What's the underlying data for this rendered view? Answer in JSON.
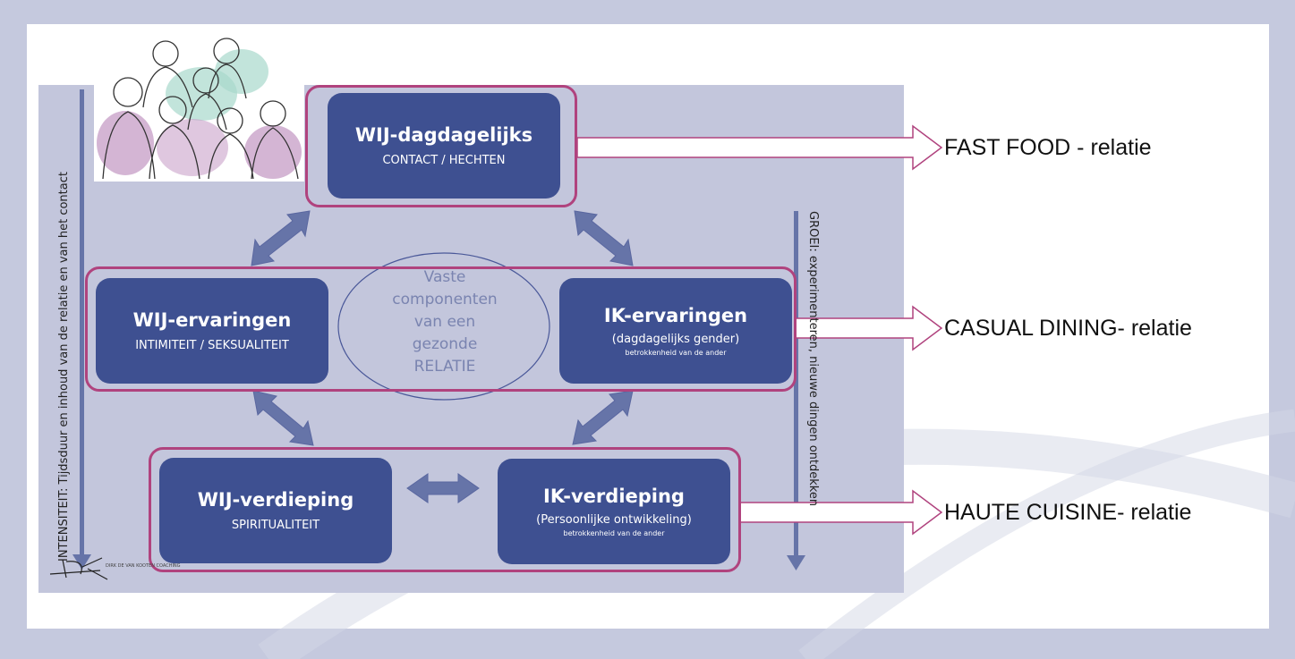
{
  "boxes": {
    "wij_dag": {
      "title": "WIJ-dagdagelijks",
      "sub": "CONTACT / HECHTEN"
    },
    "wij_erv": {
      "title": "WIJ-ervaringen",
      "sub": "INTIMITEIT / SEKSUALITEIT"
    },
    "ik_erv": {
      "title": "IK-ervaringen",
      "sub": "(dagdagelijks gender)",
      "tiny": "betrokkenheid van de ander"
    },
    "wij_verd": {
      "title": "WIJ-verdieping",
      "sub": "SPIRITUALITEIT"
    },
    "ik_verd": {
      "title": "IK-verdieping",
      "sub": "(Persoonlijke ontwikkeling)",
      "tiny": "betrokkenheid van de ander"
    }
  },
  "center": {
    "line1": "Vaste",
    "line2": "componenten",
    "line3": "van een",
    "line4": "gezonde",
    "line5": "RELATIE"
  },
  "labels": {
    "fast_food": "FAST FOOD - relatie",
    "casual": "CASUAL DINING- relatie",
    "haute": "HAUTE CUISINE- relatie"
  },
  "axis": {
    "left": "INTENSITEIT: Tijdsduur en inhoud van de relatie en van het contact",
    "right": "GROEI: experimenteren, nieuwe dingen ontdekken"
  },
  "signature": "DIRK DE VAN KOOTEN COACHING",
  "colors": {
    "box": "#3e5091",
    "frame": "#b0437e",
    "panel": "#c3c6dc",
    "background": "#c5c9de",
    "arrow": "#6674a8"
  }
}
